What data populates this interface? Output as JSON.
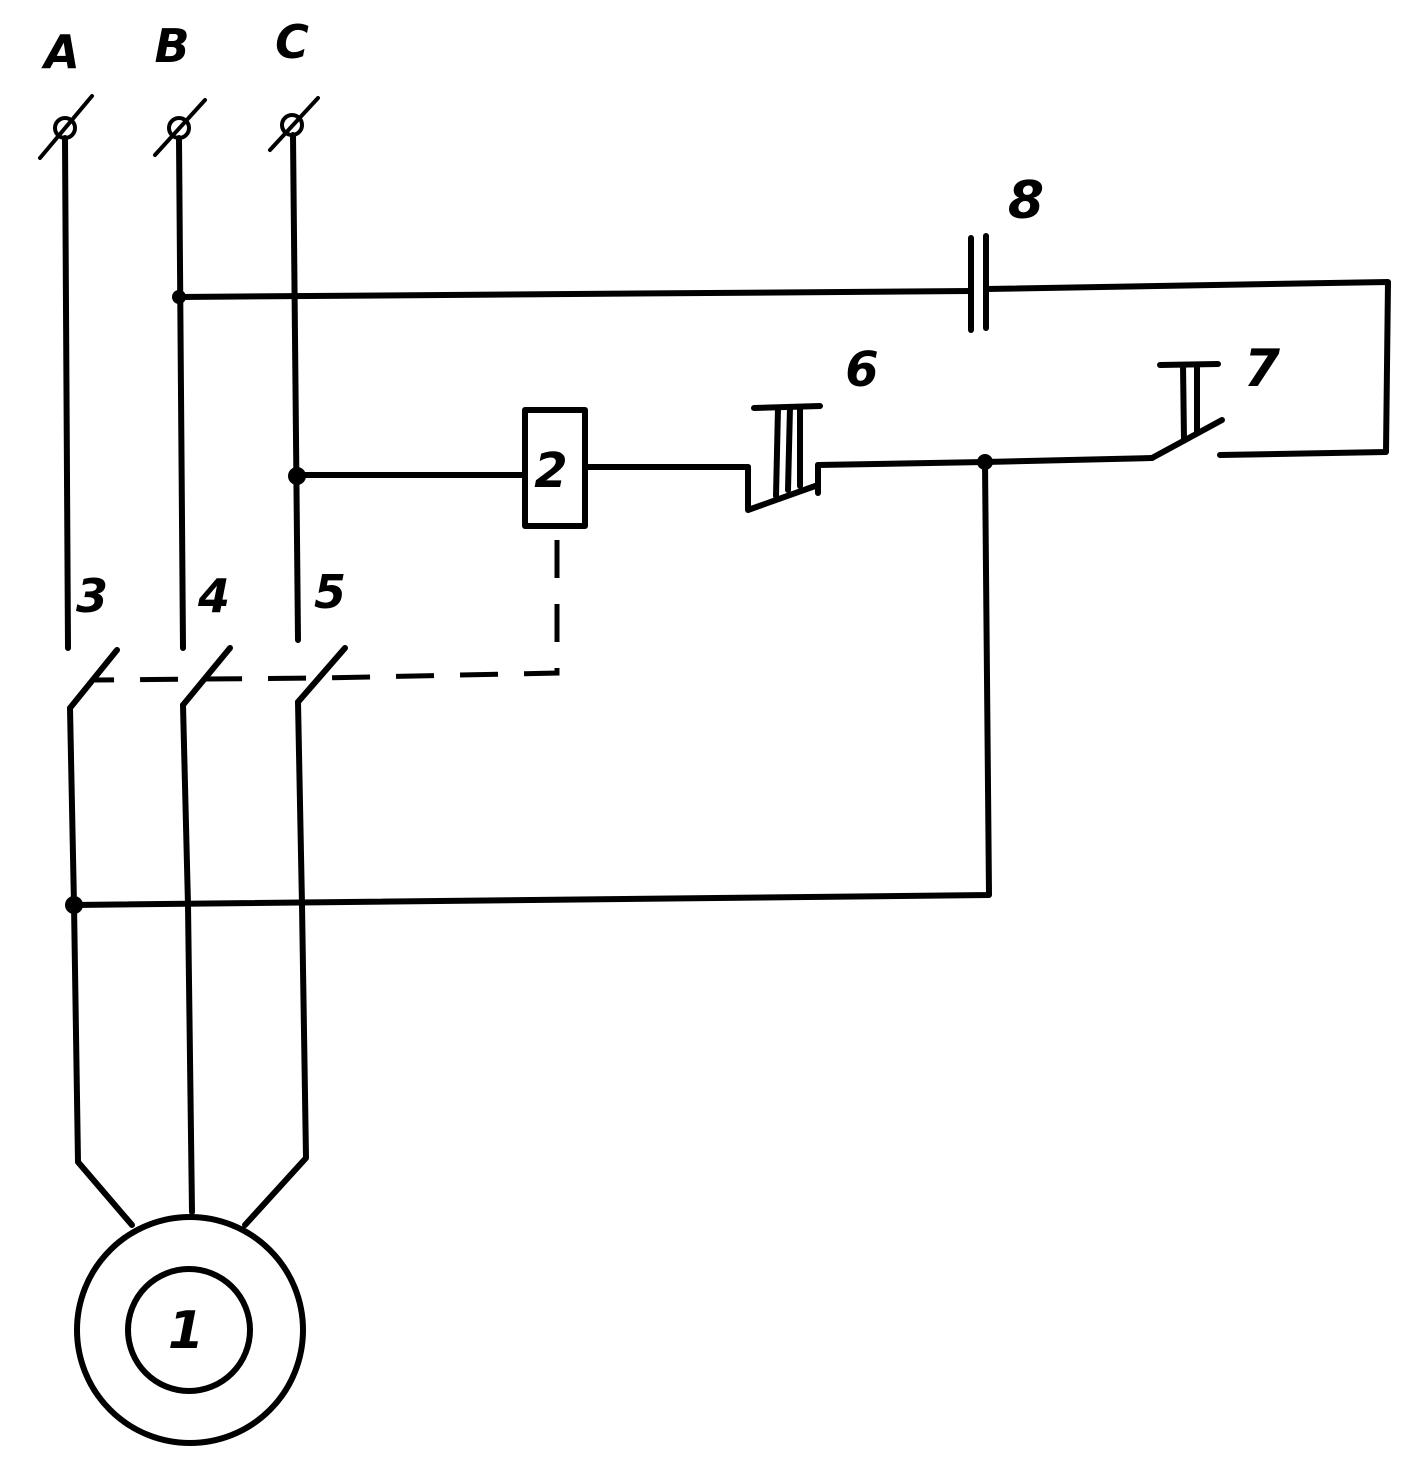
{
  "phases": {
    "a": "A",
    "b": "B",
    "c": "C"
  },
  "components": {
    "motor": "1",
    "coil": "2",
    "contact_a": "3",
    "contact_b": "4",
    "contact_c": "5",
    "stop_button": "6",
    "start_button": "7",
    "hold_contact": "8"
  }
}
